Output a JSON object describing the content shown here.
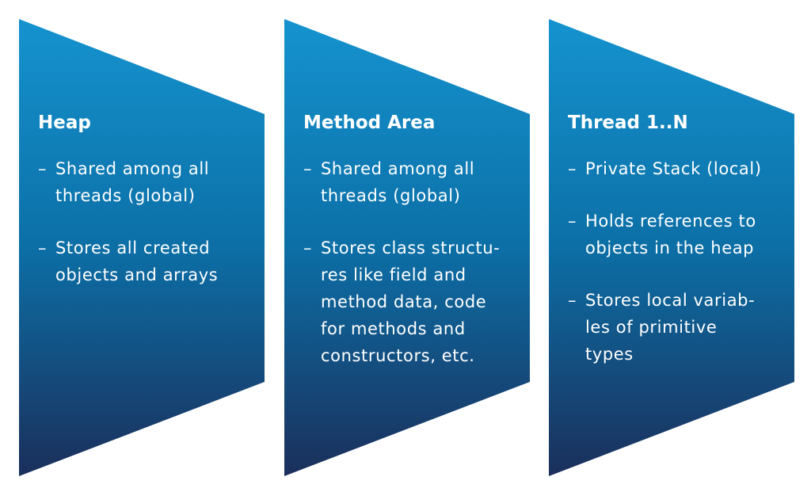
{
  "colors": {
    "gradient_top": "#1593cf",
    "gradient_mid": "#0c6fa6",
    "gradient_bottom": "#1b2f5b",
    "text": "#ffffff",
    "background": "#ffffff"
  },
  "bullet_symbol": "–",
  "panels": [
    {
      "title": "Heap",
      "items": [
        "Shared among all\nthreads (global)",
        "Stores all created\nobjects and arrays"
      ]
    },
    {
      "title": "Method Area",
      "items": [
        "Shared among all\nthreads (global)",
        "Stores class structu-\nres like field and\nmethod data, code\nfor methods and\nconstructors, etc."
      ]
    },
    {
      "title": "Thread 1..N",
      "items": [
        "Private Stack (local)",
        "Holds references to\nobjects in the heap",
        "Stores local variab-\nles of primitive\ntypes"
      ]
    }
  ]
}
